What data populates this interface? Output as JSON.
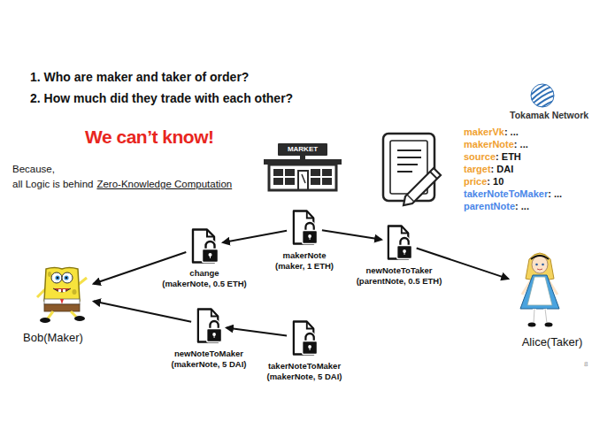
{
  "diagram": {
    "nodes": [
      {
        "text": [
          "makerNote (maker, 1 ETH)"
        ]
      },
      {
        "text": [
          "change (makerNote, 0.5 ETH)"
        ]
      },
      {
        "text": [
          "newNoteToTaker (parentNote, 0.5 ETH)"
        ]
      },
      {
        "text": [
          "Bob(Maker)"
        ]
      },
      {
        "text": [
          "Alice(Taker)"
        ]
      },
      {
        "text": [
          "newNoteToMaker (makerNote, 5 DAI)"
        ]
      },
      {
        "text": [
          "takerNoteToMaker (makerNote, 5 DAI)"
        ]
      }
    ],
    "edges": [
      {
        "from": 0,
        "to": 1,
        "arrow": "to"
      },
      {
        "from": 0,
        "to": 2,
        "arrow": "to"
      },
      {
        "from": 1,
        "to": 3,
        "arrow": "to"
      },
      {
        "from": 2,
        "to": 4,
        "arrow": "to"
      },
      {
        "from": 5,
        "to": 3,
        "arrow": "to"
      },
      {
        "from": 6,
        "to": 5,
        "arrow": "to"
      }
    ],
    "labels": [
      "1. Who are maker and taker of order?",
      "2. How much did they trade with each other?",
      "Tokamak Network",
      "We can’t know!",
      "Because,",
      "all Logic is behind",
      "Zero-Knowledge Computation",
      "MARKET",
      "makerVk: ...",
      "makerNote: ...",
      "source: ETH",
      "target: DAI",
      "price: 10",
      "takerNoteToMaker: ...",
      "parentNote: ...",
      "8"
    ]
  }
}
